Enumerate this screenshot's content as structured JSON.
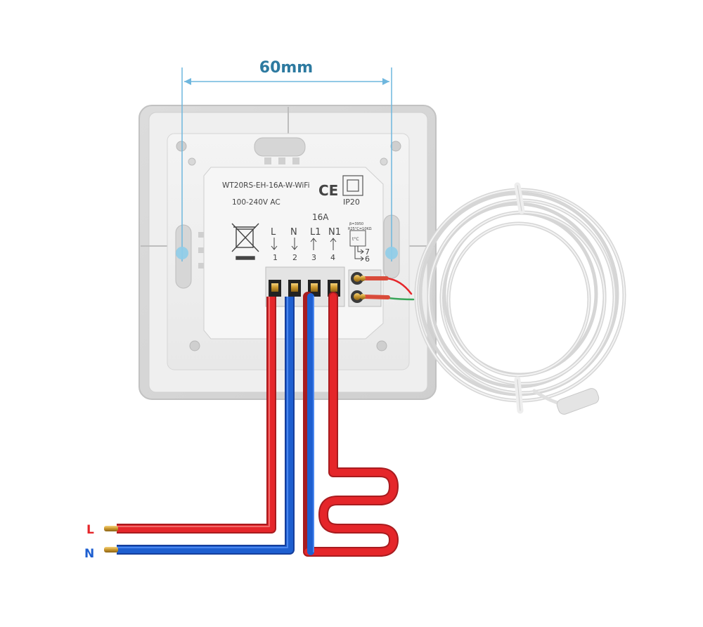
{
  "dimension": {
    "label": "60mm"
  },
  "device": {
    "model": "WT20RS-EH-16A-W-WiFi",
    "voltage": "100-240V AC",
    "current": "16A",
    "ce_mark": "CE",
    "ip_rating": "IP20",
    "sensor_spec_line1": "β=3950",
    "sensor_spec_line2": "R25°C=10KΩ",
    "sensor_temp_symbol": "t°C",
    "terminals": [
      {
        "name": "L",
        "number": "1"
      },
      {
        "name": "N",
        "number": "2"
      },
      {
        "name": "L1",
        "number": "3"
      },
      {
        "name": "N1",
        "number": "4"
      }
    ],
    "sensor_terminals": [
      "7",
      "6"
    ]
  },
  "wires": {
    "live_label": "L",
    "neutral_label": "N",
    "live_color": "#e5262a",
    "neutral_color": "#1e5fd0"
  },
  "colors": {
    "dimension_line": "#6fb7de",
    "dimension_text": "#2d7aa0",
    "plate_frame": "#d8d8d8",
    "plate_face": "#ececec"
  }
}
